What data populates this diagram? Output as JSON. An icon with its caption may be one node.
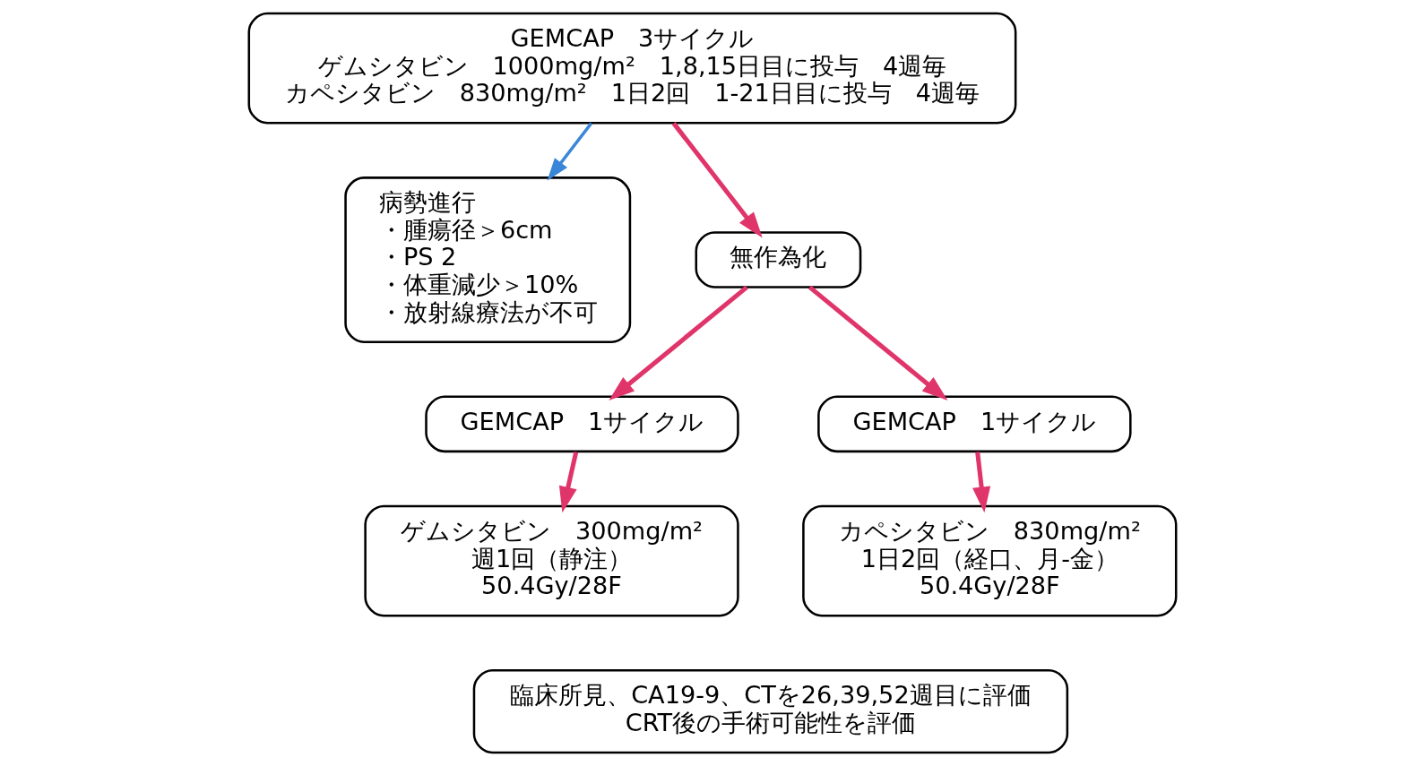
{
  "diagram": {
    "nodes": [
      {
        "text": [
          "GEMCAP　3サイクル",
          "ゲムシタビン　1000mg/m²　1,8,15日目に投与　4週毎",
          "カペシタビン　830mg/m²　1日2回　1-21日目に投与　4週毎"
        ]
      },
      {
        "text": [
          "病勢進行",
          "・腫瘍径＞6cm",
          "・PS 2",
          "・体重減少＞10%",
          "・放射線療法が不可"
        ]
      },
      {
        "text": [
          "無作為化"
        ]
      },
      {
        "text": [
          "GEMCAP　1サイクル"
        ]
      },
      {
        "text": [
          "GEMCAP　1サイクル"
        ]
      },
      {
        "text": [
          "ゲムシタビン　300mg/m²",
          "週1回（静注）",
          "50.4Gy/28F"
        ]
      },
      {
        "text": [
          "カペシタビン　830mg/m²",
          "1日2回（経口、月-金）",
          "50.4Gy/28F"
        ]
      },
      {
        "text": [
          "臨床所見、CA19-9、CTを26,39,52週目に評価",
          "CRT後の手術可能性を評価"
        ]
      }
    ],
    "edges": [
      {
        "from": 0,
        "to": 2,
        "arrow": "to"
      },
      {
        "from": 0,
        "to": 1,
        "arrow": "to",
        "color": "#3a86d8"
      },
      {
        "from": 2,
        "to": 3,
        "arrow": "to"
      },
      {
        "from": 2,
        "to": 4,
        "arrow": "to"
      },
      {
        "from": 3,
        "to": 5,
        "arrow": "to"
      },
      {
        "from": 4,
        "to": 6,
        "arrow": "to"
      }
    ]
  }
}
